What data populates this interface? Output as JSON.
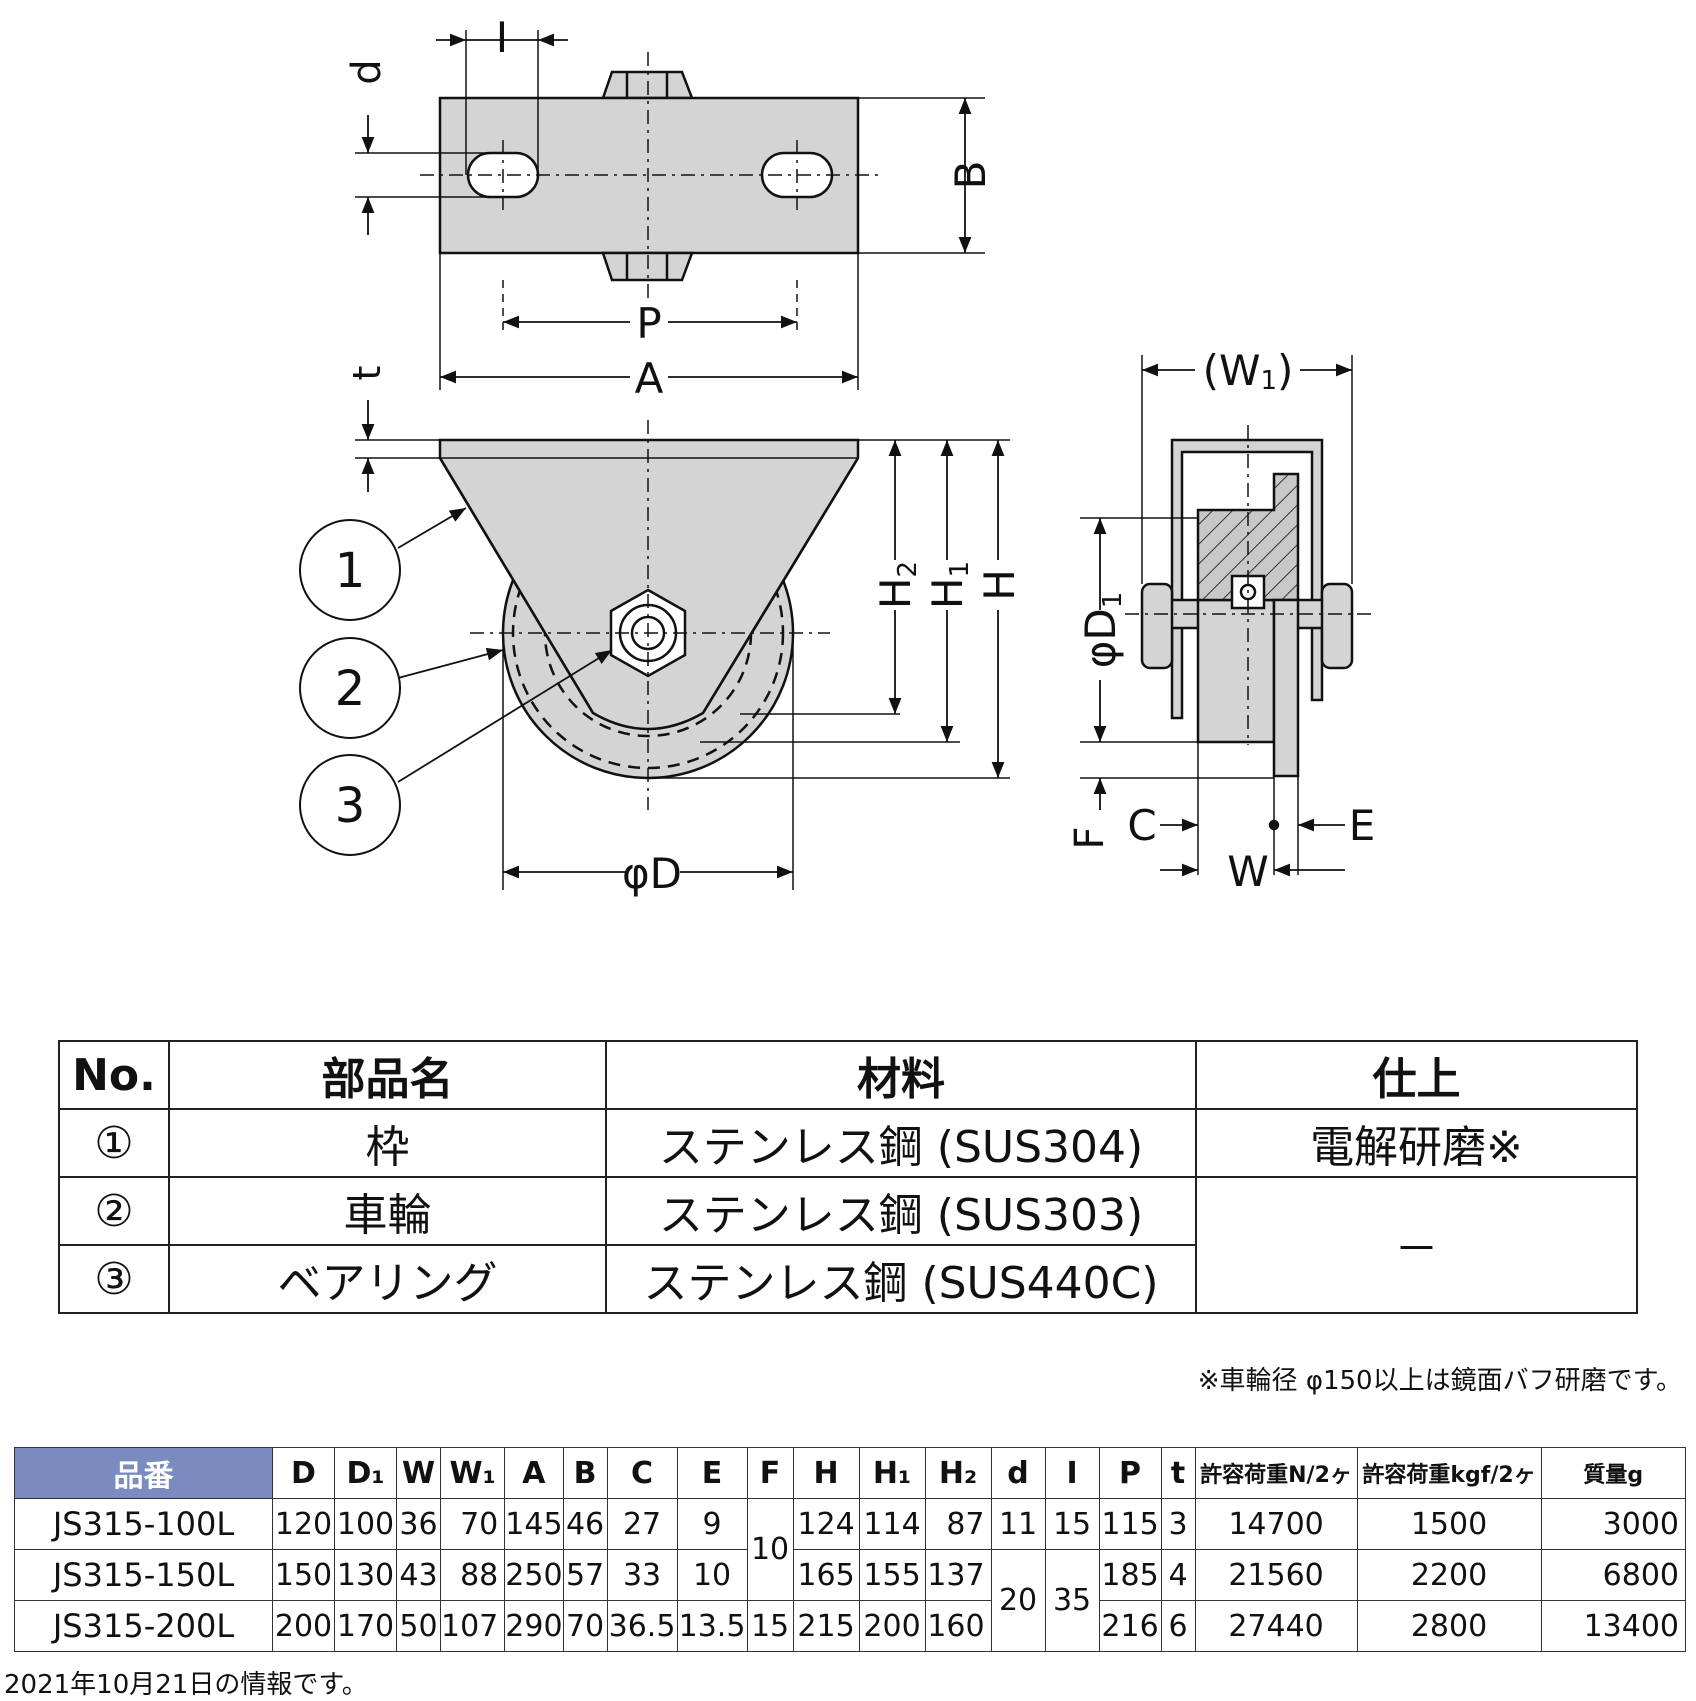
{
  "drawing": {
    "labels": {
      "I": "I",
      "d": "d",
      "B": "B",
      "P": "P",
      "A": "A",
      "t": "t",
      "W1": "(W",
      "W1_sub": "1",
      "W1_close": ")",
      "H2": "H",
      "H2_sub": "2",
      "H1": "H",
      "H1_sub": "1",
      "H": "H",
      "phiD1": "φD",
      "phiD1_sub": "1",
      "phiD": "φD",
      "F": "F",
      "C": "C",
      "E": "E",
      "W": "W",
      "callout_1": "1",
      "callout_2": "2",
      "callout_3": "3"
    }
  },
  "parts": {
    "headers": [
      "No.",
      "部品名",
      "材料",
      "仕上"
    ],
    "rows": [
      {
        "no": "①",
        "name": "枠",
        "material": "ステンレス鋼 (SUS304)",
        "finish": "電解研磨※"
      },
      {
        "no": "②",
        "name": "車輪",
        "material": "ステンレス鋼 (SUS303)",
        "finish": "－"
      },
      {
        "no": "③",
        "name": "ベアリング",
        "material": "ステンレス鋼 (SUS440C)"
      }
    ],
    "note": "※車輪径 φ150以上は鏡面バフ研磨です。"
  },
  "specs": {
    "headers": [
      "品番",
      "D",
      "D₁",
      "W",
      "W₁",
      "A",
      "B",
      "C",
      "E",
      "F",
      "H",
      "H₁",
      "H₂",
      "d",
      "I",
      "P",
      "t",
      "許容荷重N/2ヶ",
      "許容荷重kgf/2ヶ",
      "質量g"
    ],
    "rows": [
      {
        "model": "JS315-100L",
        "D": "120",
        "D1": "100",
        "W": "36",
        "W1": "70",
        "A": "145",
        "B": "46",
        "C": "27",
        "E": "9",
        "F": "10",
        "H": "124",
        "H1": "114",
        "H2": "87",
        "d": "11",
        "I": "15",
        "P": "115",
        "t": "3",
        "loadN": "14700",
        "loadKgf": "1500",
        "mass": "3000"
      },
      {
        "model": "JS315-150L",
        "D": "150",
        "D1": "130",
        "W": "43",
        "W1": "88",
        "A": "250",
        "B": "57",
        "C": "33",
        "E": "10",
        "H": "165",
        "H1": "155",
        "H2": "137",
        "d": "20",
        "I": "35",
        "P": "185",
        "t": "4",
        "loadN": "21560",
        "loadKgf": "2200",
        "mass": "6800"
      },
      {
        "model": "JS315-200L",
        "D": "200",
        "D1": "170",
        "W": "50",
        "W1": "107",
        "A": "290",
        "B": "70",
        "C": "36.5",
        "E": "13.5",
        "F": "15",
        "H": "215",
        "H1": "200",
        "H2": "160",
        "P": "216",
        "t": "6",
        "loadN": "27440",
        "loadKgf": "2800",
        "mass": "13400"
      }
    ]
  },
  "footer": "2021年10月21日の情報です。",
  "colors": {
    "part_fill": "#d4d4d4",
    "header_blue": "#7a8bc0",
    "line": "#111111"
  }
}
